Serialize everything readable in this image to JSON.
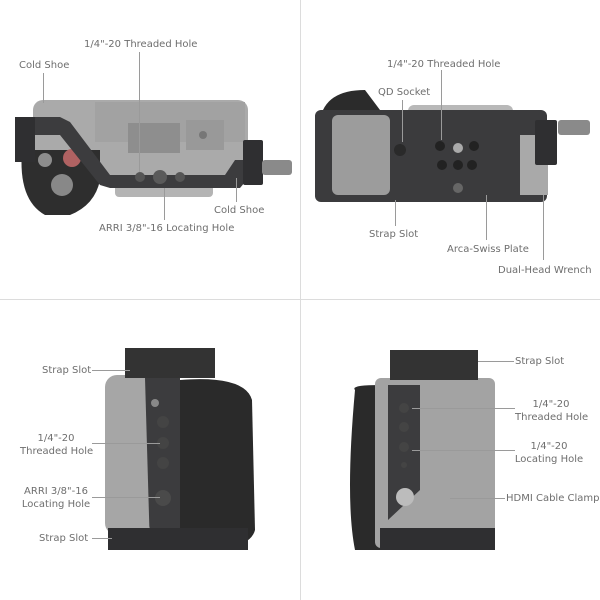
{
  "panels": [
    {
      "view": "top",
      "labels": {
        "threaded_hole": "1/4\"-20 Threaded Hole",
        "cold_shoe_left": "Cold Shoe",
        "cold_shoe_right": "Cold Shoe",
        "arri_hole": "ARRI 3/8\"-16 Locating Hole"
      }
    },
    {
      "view": "bottom",
      "labels": {
        "threaded_hole": "1/4\"-20 Threaded Hole",
        "qd_socket": "QD Socket",
        "strap_slot": "Strap Slot",
        "arca_swiss": "Arca-Swiss Plate",
        "wrench": "Dual-Head Wrench"
      }
    },
    {
      "view": "grip-side",
      "labels": {
        "strap_slot_top": "Strap Slot",
        "threaded_hole_l1": "1/4\"-20",
        "threaded_hole_l2": "Threaded Hole",
        "arri_l1": "ARRI 3/8\"-16",
        "arri_l2": "Locating Hole",
        "strap_slot_bottom": "Strap Slot"
      }
    },
    {
      "view": "port-side",
      "labels": {
        "strap_slot": "Strap Slot",
        "threaded_hole_l1": "1/4\"-20",
        "threaded_hole_l2": "Threaded Hole",
        "locating_hole_l1": "1/4\"-20",
        "locating_hole_l2": "Locating Hole",
        "hdmi_clamp": "HDMI Cable Clamp"
      }
    }
  ],
  "colors": {
    "label": "#6e6e6e",
    "divider": "#dcdcdc",
    "leader": "#9a9a9a",
    "cage_dark": "#3a3a3c",
    "camera_gray": "#a8a8a8",
    "grip_black": "#2a2a2a"
  }
}
